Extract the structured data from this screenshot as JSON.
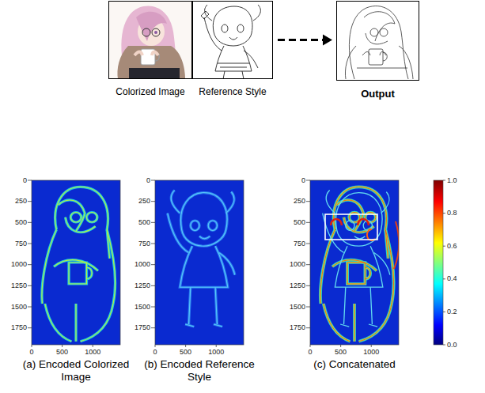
{
  "diagram": {
    "nodes": [
      {
        "text": [
          "Colorized Image"
        ]
      },
      {
        "text": [
          "Reference Style"
        ]
      },
      {
        "text": [
          "Output"
        ]
      },
      {
        "text": [
          "(a) Encoded Colorized Image"
        ]
      },
      {
        "text": [
          "(b) Encoded Reference Style"
        ]
      },
      {
        "text": [
          "(c) Concatenated"
        ]
      }
    ],
    "edges": [
      {
        "from": 1,
        "to": 2,
        "arrow": "to"
      }
    ],
    "labels": [
      "0",
      "250",
      "500",
      "750",
      "1000",
      "1250",
      "1500",
      "1750",
      "0",
      "500",
      "1000",
      "0",
      "250",
      "500",
      "750",
      "1000",
      "1250",
      "1500",
      "1750",
      "0",
      "500",
      "1000",
      "0",
      "250",
      "500",
      "750",
      "1000",
      "1250",
      "1500",
      "1750",
      "0",
      "500",
      "1000",
      "1.0",
      "0.8",
      "0.6",
      "0.4",
      "0.2",
      "0.0"
    ]
  }
}
